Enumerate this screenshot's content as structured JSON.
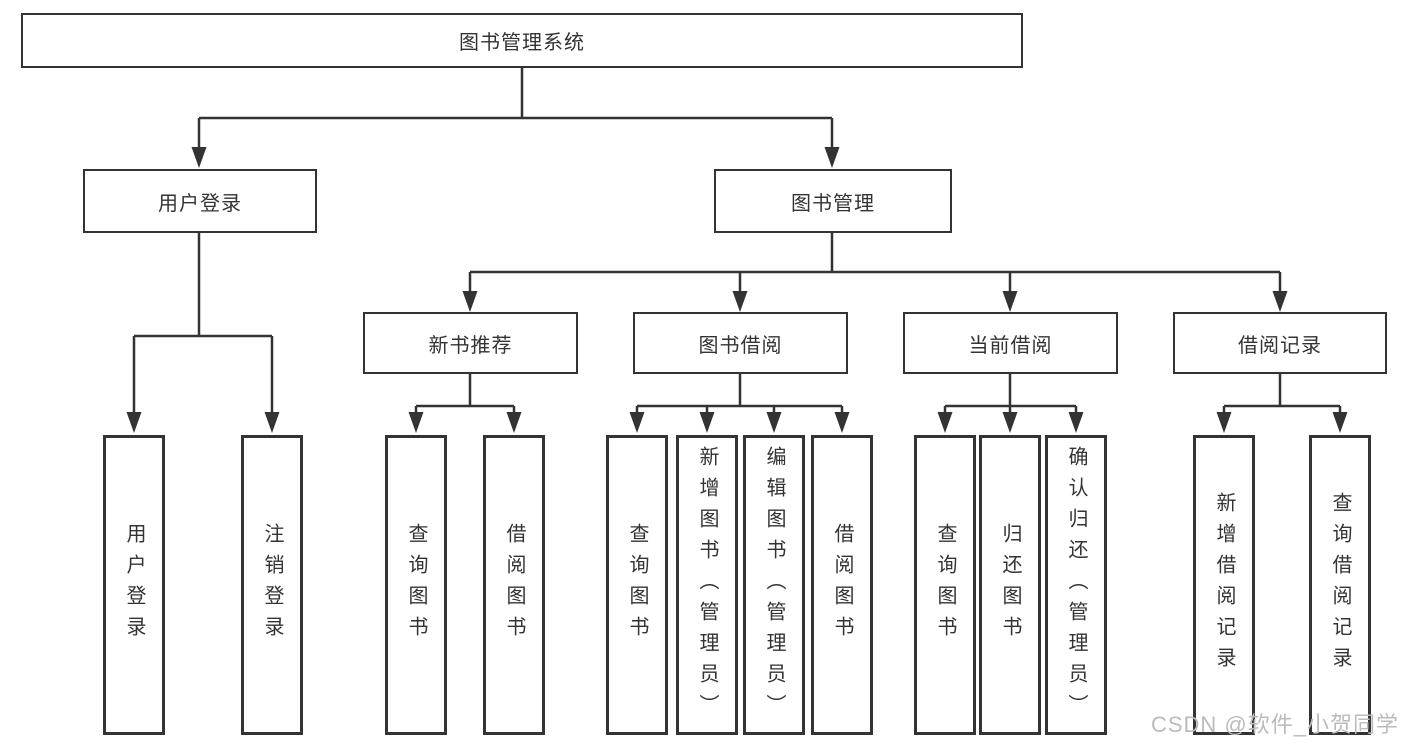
{
  "tree": {
    "root": {
      "label": "图书管理系统"
    },
    "user": {
      "label": "用户登录",
      "children": [
        {
          "label": "用户登录"
        },
        {
          "label": "注销登录"
        }
      ]
    },
    "mgmt": {
      "label": "图书管理",
      "modules": [
        {
          "label": "新书推荐",
          "children": [
            {
              "label": "查询图书"
            },
            {
              "label": "借阅图书"
            }
          ]
        },
        {
          "label": "图书借阅",
          "children": [
            {
              "label": "查询图书"
            },
            {
              "label": "新增图书（管理员）"
            },
            {
              "label": "编辑图书（管理员）"
            },
            {
              "label": "借阅图书"
            }
          ]
        },
        {
          "label": "当前借阅",
          "children": [
            {
              "label": "查询图书"
            },
            {
              "label": "归还图书"
            },
            {
              "label": "确认归还（管理员）"
            }
          ]
        },
        {
          "label": "借阅记录",
          "children": [
            {
              "label": "新增借阅记录"
            },
            {
              "label": "查询借阅记录"
            }
          ]
        }
      ]
    }
  },
  "watermark": {
    "text": "CSDN @软件_小贺同学"
  },
  "colors": {
    "line": "#333333",
    "text": "#333333",
    "background": "#ffffff",
    "watermark": "#bdbaba"
  }
}
